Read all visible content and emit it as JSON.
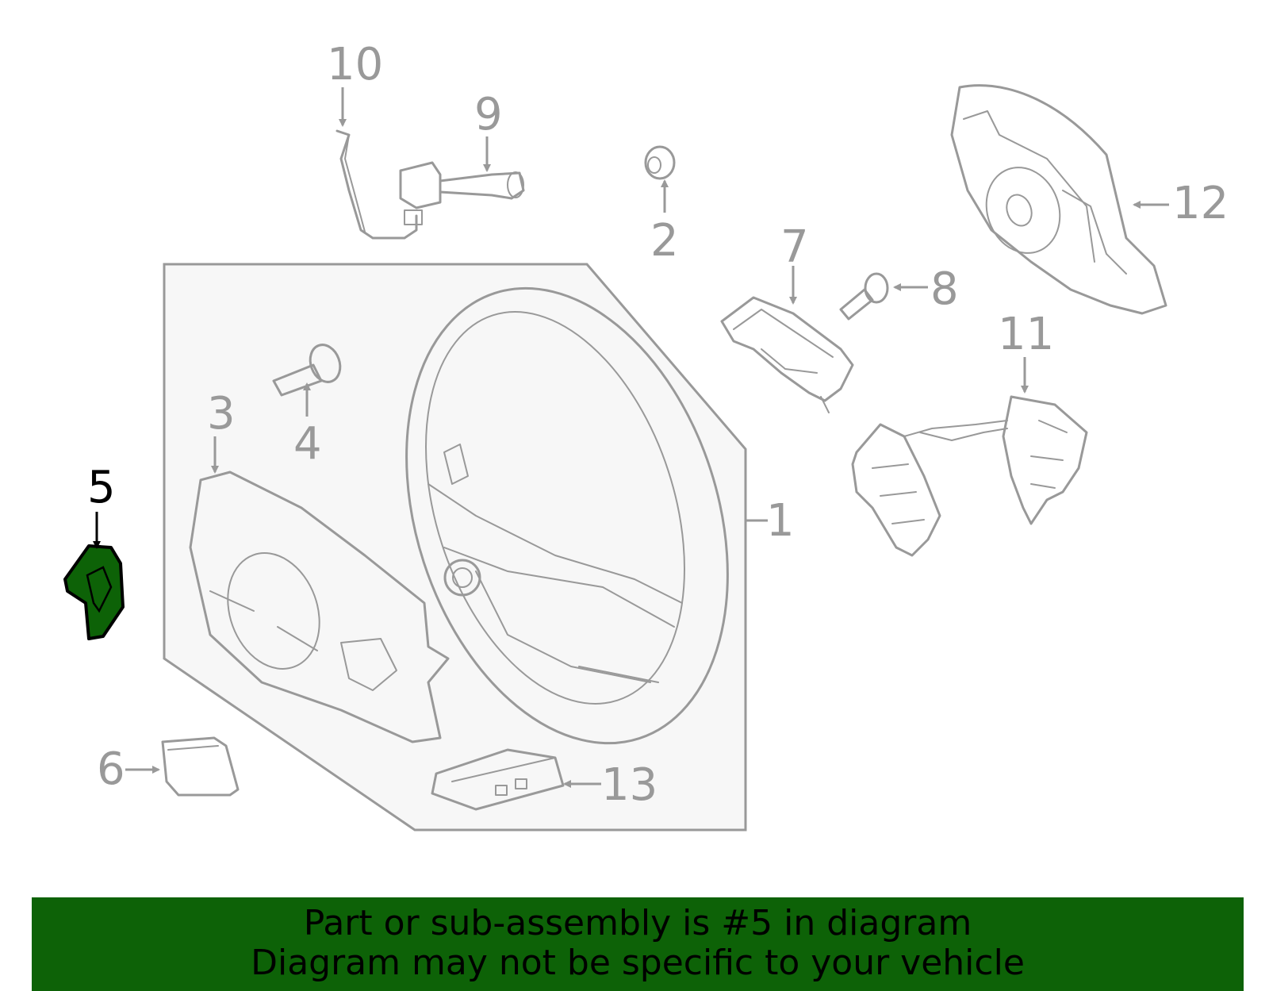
{
  "callouts": [
    {
      "id": "1",
      "label": "1"
    },
    {
      "id": "2",
      "label": "2"
    },
    {
      "id": "3",
      "label": "3"
    },
    {
      "id": "4",
      "label": "4"
    },
    {
      "id": "5",
      "label": "5",
      "highlighted": true
    },
    {
      "id": "6",
      "label": "6"
    },
    {
      "id": "7",
      "label": "7"
    },
    {
      "id": "8",
      "label": "8"
    },
    {
      "id": "9",
      "label": "9"
    },
    {
      "id": "10",
      "label": "10"
    },
    {
      "id": "11",
      "label": "11"
    },
    {
      "id": "12",
      "label": "12"
    },
    {
      "id": "13",
      "label": "13"
    }
  ],
  "banner": {
    "line1": "Part or sub-assembly is #5 in diagram",
    "line2": "Diagram may not be specific to your vehicle"
  },
  "colors": {
    "highlight_part": "#0d6207",
    "banner_bg": "#0d6207",
    "line_art": "#999999",
    "assembly_fill": "#f7f7f7"
  }
}
